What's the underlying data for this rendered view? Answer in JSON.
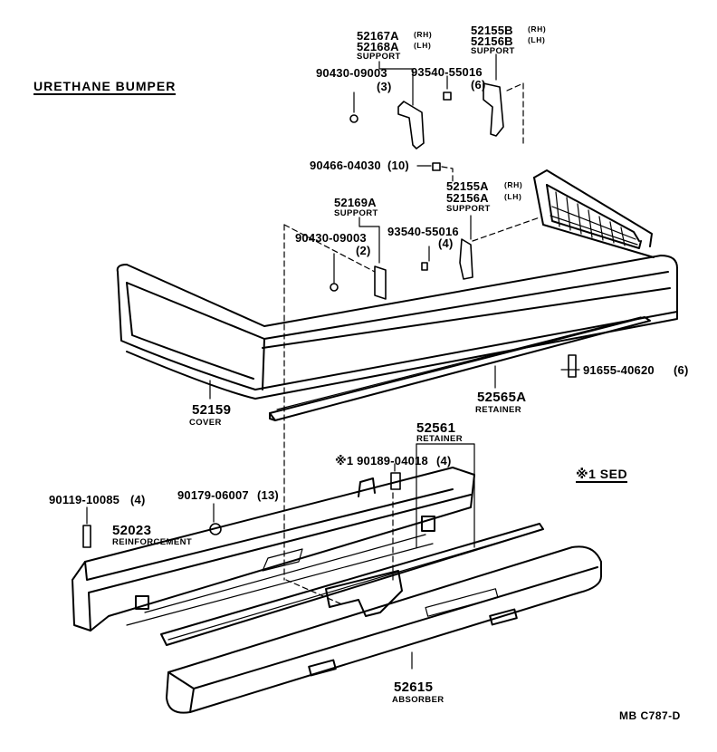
{
  "diagram": {
    "title": "URETHANE BUMPER",
    "note": "※1 SED",
    "drawing_code": "MB  C787-D",
    "parts": {
      "p52167": {
        "num1": "52167A",
        "side1": "(RH)",
        "num2": "52168A",
        "side2": "(LH)",
        "name": "SUPPORT"
      },
      "p52155b": {
        "num1": "52155B",
        "side1": "(RH)",
        "num2": "52156B",
        "side2": "(LH)",
        "name": "SUPPORT"
      },
      "p90430a": {
        "num": "90430-09003",
        "qty": "(3)"
      },
      "p93540a": {
        "num": "93540-55016",
        "qty": "(6)"
      },
      "p90466": {
        "num": "90466-04030",
        "qty": "(10)"
      },
      "p52155a": {
        "num1": "52155A",
        "side1": "(RH)",
        "num2": "52156A",
        "side2": "(LH)",
        "name": "SUPPORT"
      },
      "p52169": {
        "num": "52169A",
        "name": "SUPPORT"
      },
      "p90430b": {
        "num": "90430-09003",
        "qty": "(2)"
      },
      "p93540b": {
        "num": "93540-55016",
        "qty": "(4)"
      },
      "p91655": {
        "num": "91655-40620",
        "qty": "(6)"
      },
      "p52159": {
        "num": "52159",
        "name": "COVER"
      },
      "p52565": {
        "num": "52565A",
        "name": "RETAINER"
      },
      "p52561": {
        "num": "52561",
        "name": "RETAINER"
      },
      "p90189": {
        "num": "※1 90189-04018",
        "qty": "(4)"
      },
      "p90119": {
        "num": "90119-10085",
        "qty": "(4)"
      },
      "p90179": {
        "num": "90179-06007",
        "qty": "(13)"
      },
      "p52023": {
        "num": "52023",
        "name": "REINFORCEMENT"
      },
      "p52615": {
        "num": "52615",
        "name": "ABSORBER"
      }
    }
  }
}
